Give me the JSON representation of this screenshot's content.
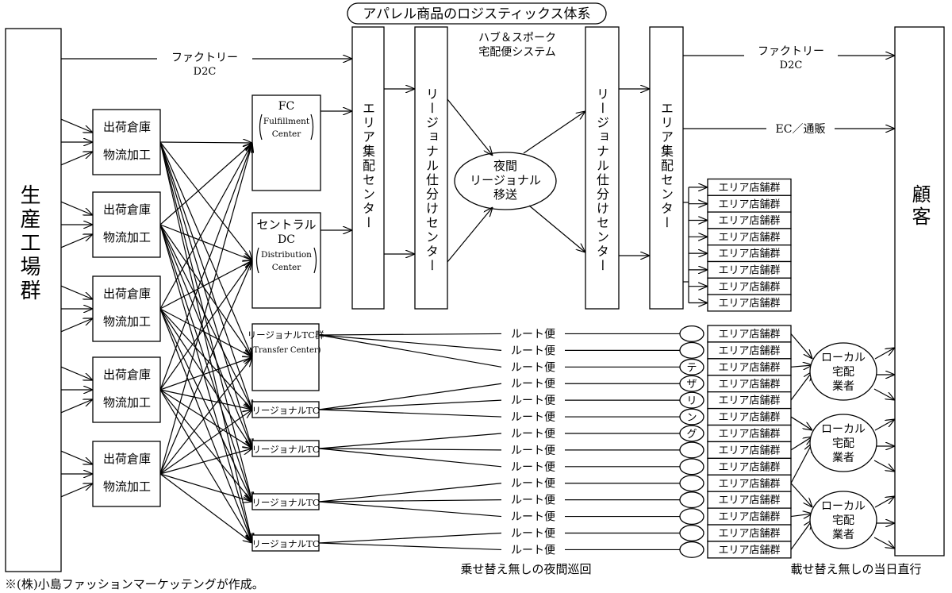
{
  "title": "アパレル商品のロジスティックス体系",
  "source_note": "※(株)小島ファッションマーケッテングが作成。",
  "nodes": {
    "factories": "生産工場群",
    "customers": "顧客",
    "warehouse_line1": "出荷倉庫",
    "warehouse_line2": "物流加工",
    "fc_title": "FC",
    "fc_sub1": "Fulfillment",
    "fc_sub2": "Center",
    "dc_title1": "セントラル",
    "dc_title2": "DC",
    "dc_sub1": "Distribution",
    "dc_sub2": "Center",
    "rtc_group_title": "リージョナルTC群",
    "rtc_group_sub": "(Transfer Center)",
    "rtc": "リージョナルTC",
    "area_center": "エリア集配センター",
    "regional_center": "リージョナル仕分けセンター",
    "night_line1": "夜間",
    "night_line2": "リージョナル",
    "night_line3": "移送",
    "hub_line1": "ハブ＆スポーク",
    "hub_line2": "宅配便システム",
    "area_store": "エリア店舗群",
    "local_line1": "ローカル",
    "local_line2": "宅配",
    "local_line3": "業者",
    "terrain_chars": [
      "テ",
      "ザ",
      "リ",
      "ン",
      "グ"
    ]
  },
  "edges": {
    "factory_top": "ファクトリー",
    "d2c_top": "D2C",
    "factory_right": "ファクトリー",
    "d2c_right": "D2C",
    "ec": "EC／通販",
    "route": "ルート便"
  },
  "footer": {
    "night_loop": "乗せ替え無しの夜間巡回",
    "same_day": "載せ替え無しの当日直行"
  }
}
